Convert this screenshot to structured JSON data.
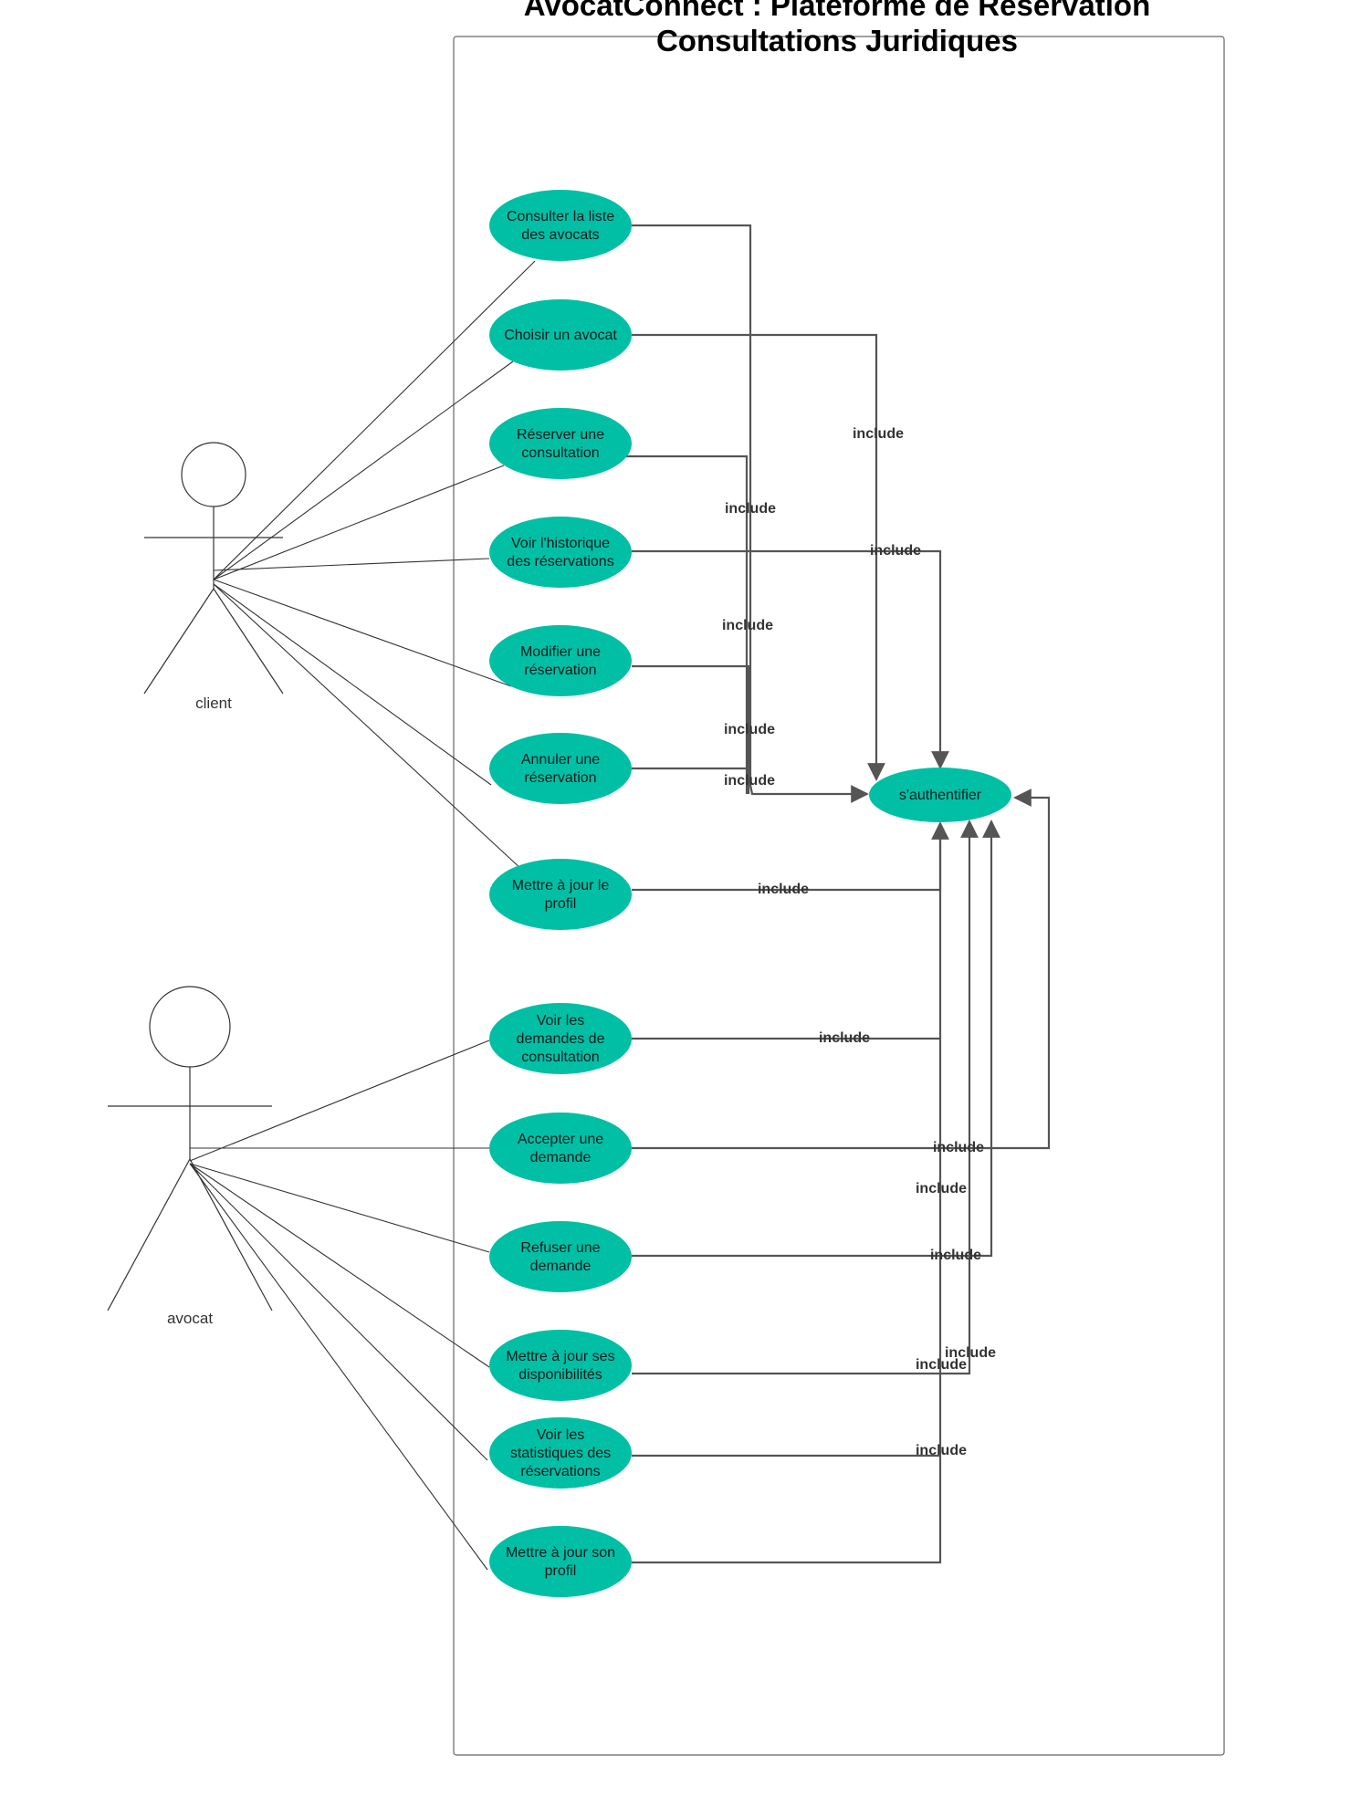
{
  "title": {
    "line1": "AvocatConnect : Plateforme de Réservation",
    "line2": "Consultations Juridiques"
  },
  "actors": {
    "client": "client",
    "avocat": "avocat"
  },
  "use_cases": {
    "consulter_liste": [
      "Consulter la liste",
      "des avocats"
    ],
    "choisir_avocat": [
      "Choisir un avocat"
    ],
    "reserver": [
      "Réserver une",
      "consultation"
    ],
    "historique": [
      "Voir l'historique",
      "des réservations"
    ],
    "modifier": [
      "Modifier une",
      "réservation"
    ],
    "annuler": [
      "Annuler une",
      "réservation"
    ],
    "maj_profil_client": [
      "Mettre à jour le",
      "profil"
    ],
    "voir_demandes": [
      "Voir les",
      "demandes de",
      "consultation"
    ],
    "accepter": [
      "Accepter une",
      "demande"
    ],
    "refuser": [
      "Refuser une",
      "demande"
    ],
    "maj_dispo": [
      "Mettre à jour ses",
      "disponibilités"
    ],
    "statistiques": [
      "Voir les",
      "statistiques des",
      "réservations"
    ],
    "maj_profil_avocat": [
      "Mettre à jour son",
      "profil"
    ],
    "authentifier": [
      "s'authentifier"
    ]
  },
  "relation_label": "include",
  "colors": {
    "use_case_fill": "#00bfa5",
    "line": "#333333",
    "arrow": "#555555",
    "boundary": "#666666"
  }
}
